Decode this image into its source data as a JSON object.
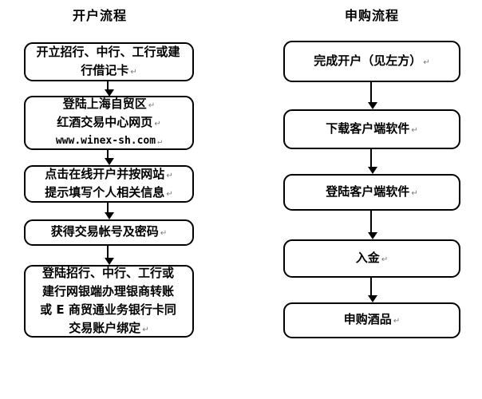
{
  "diagram": {
    "colors": {
      "line": "#000000",
      "background": "#ffffff",
      "return_mark": "#777777"
    },
    "return_mark_glyph": "↵",
    "left": {
      "title": "开户流程",
      "steps": [
        {
          "lines": [
            {
              "t": "开立招行、中行、工行或建"
            },
            {
              "t": "行借记卡",
              "m": "↵"
            }
          ]
        },
        {
          "lines": [
            {
              "t": "登陆上海自贸区",
              "m": "↵"
            },
            {
              "t": "红酒交易中心网页",
              "m": "↵"
            },
            {
              "t": "www.winex-sh.com",
              "m": "↵"
            }
          ]
        },
        {
          "lines": [
            {
              "t": "点击在线开户并按网站",
              "m": "↵"
            },
            {
              "t": "提示填写个人相关信息",
              "m": "↵"
            }
          ]
        },
        {
          "lines": [
            {
              "t": "获得交易帐号及密码",
              "m": "↵"
            }
          ]
        },
        {
          "lines": [
            {
              "t": "登陆招行、中行、工行或"
            },
            {
              "t": "建行网银端办理银商转账"
            },
            {
              "t": "或 E 商贸通业务银行卡同"
            },
            {
              "t": "交易账户绑定",
              "m": "↵"
            }
          ]
        }
      ]
    },
    "right": {
      "title": "申购流程",
      "steps": [
        {
          "lines": [
            {
              "t": "完成开户（见左方）",
              "m": "↵"
            }
          ]
        },
        {
          "lines": [
            {
              "t": "下载客户端软件",
              "m": "↵"
            }
          ]
        },
        {
          "lines": [
            {
              "t": "登陆客户端软件",
              "m": "↵"
            }
          ]
        },
        {
          "lines": [
            {
              "t": "入金",
              "m": "↵"
            }
          ]
        },
        {
          "lines": [
            {
              "t": "申购酒品",
              "m": "↵"
            }
          ]
        }
      ]
    }
  }
}
